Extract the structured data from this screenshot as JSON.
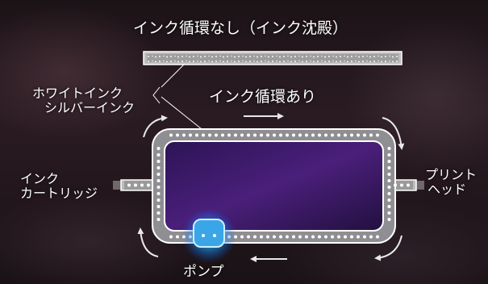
{
  "labels": {
    "no_circulation": "インク循環なし（インク沈殿）",
    "white_ink": "ホワイトインク",
    "silver_ink": "シルバーインク",
    "with_circulation": "インク循環あり",
    "ink_cartridge_1": "インク",
    "ink_cartridge_2": "カートリッジ",
    "print_head_1": "プリント",
    "print_head_2": "ヘッド",
    "pump": "ポンプ"
  },
  "colors": {
    "tube": "#8f8f93",
    "tube_outline": "#ffffff",
    "particles": "#ffffff",
    "inner_panel": "#3a1a6a",
    "pump_glow": "#2fb6ff",
    "arrows": "#e8e8e8"
  }
}
